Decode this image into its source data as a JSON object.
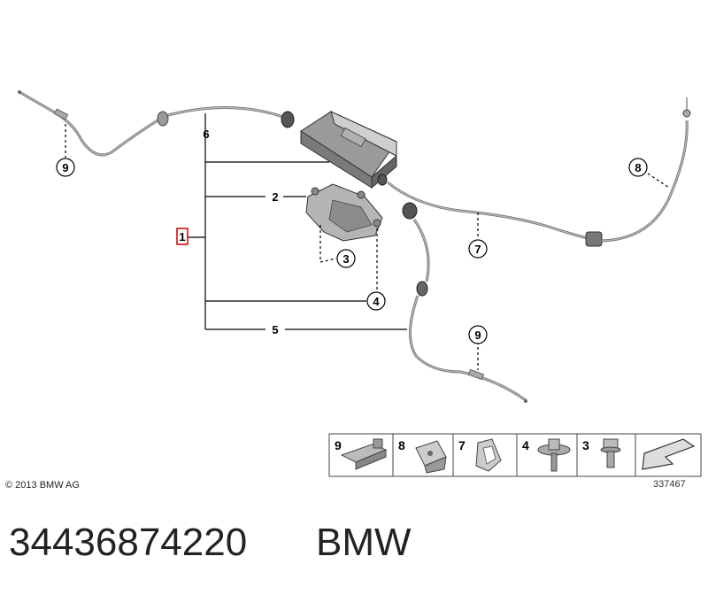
{
  "diagram": {
    "callouts": {
      "main_part": "1",
      "bracket": "2",
      "bolt": "3",
      "nut": "4",
      "cable_assembly": "5",
      "actuator": "6",
      "cable_right": "7",
      "clip_right": "8",
      "clip_left": "9",
      "clip_lower": "9"
    },
    "colors": {
      "highlight": "#cc0000",
      "line": "#000000",
      "part_fill": "#bfbfbf"
    }
  },
  "parts_strip": {
    "items": [
      "9",
      "8",
      "7",
      "4",
      "3"
    ],
    "arrow_icon": "forward-arrow-icon"
  },
  "footer": {
    "copyright": "© 2013 BMW AG",
    "reference": "337467",
    "part_number": "34436874220",
    "brand": "BMW"
  }
}
